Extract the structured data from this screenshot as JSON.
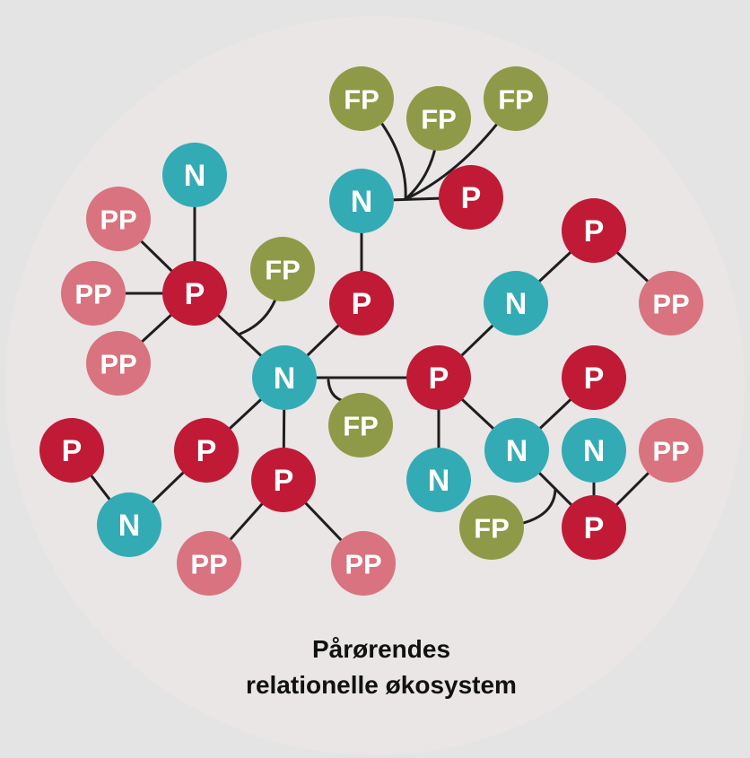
{
  "title_lines": [
    "Pårørendes",
    "relationelle økosystem"
  ],
  "colors": {
    "page_background": "#e4e4e4",
    "disc": "#e9e6e5",
    "P": "#c01a36",
    "PP": "#d9737f",
    "N": "#33abb4",
    "FP": "#8e9a47",
    "edge": "#1e1e1e",
    "node_text": "#ffffff"
  },
  "nodes": [
    {
      "id": "n_top_left",
      "type": "N",
      "label": "N"
    },
    {
      "id": "pp_left_1",
      "type": "PP",
      "label": "PP"
    },
    {
      "id": "pp_left_2",
      "type": "PP",
      "label": "PP"
    },
    {
      "id": "pp_left_3",
      "type": "PP",
      "label": "PP"
    },
    {
      "id": "p_left",
      "type": "P",
      "label": "P"
    },
    {
      "id": "fp_left",
      "type": "FP",
      "label": "FP"
    },
    {
      "id": "n_center",
      "type": "N",
      "label": "N"
    },
    {
      "id": "fp_center",
      "type": "FP",
      "label": "FP"
    },
    {
      "id": "p_upper_mid",
      "type": "P",
      "label": "P"
    },
    {
      "id": "n_upper_mid",
      "type": "N",
      "label": "N"
    },
    {
      "id": "fp_top_1",
      "type": "FP",
      "label": "FP"
    },
    {
      "id": "fp_top_2",
      "type": "FP",
      "label": "FP"
    },
    {
      "id": "fp_top_3",
      "type": "FP",
      "label": "FP"
    },
    {
      "id": "p_top",
      "type": "P",
      "label": "P"
    },
    {
      "id": "p_far_left",
      "type": "P",
      "label": "P"
    },
    {
      "id": "n_bottom_left",
      "type": "N",
      "label": "N"
    },
    {
      "id": "p_lower_left",
      "type": "P",
      "label": "P"
    },
    {
      "id": "p_lower_mid",
      "type": "P",
      "label": "P"
    },
    {
      "id": "pp_bottom_1",
      "type": "PP",
      "label": "PP"
    },
    {
      "id": "pp_bottom_2",
      "type": "PP",
      "label": "PP"
    },
    {
      "id": "p_right_hub",
      "type": "P",
      "label": "P"
    },
    {
      "id": "n_right_upper",
      "type": "N",
      "label": "N"
    },
    {
      "id": "p_right_top",
      "type": "P",
      "label": "P"
    },
    {
      "id": "pp_right_top",
      "type": "PP",
      "label": "PP"
    },
    {
      "id": "n_right_low",
      "type": "N",
      "label": "N"
    },
    {
      "id": "n_right_mid",
      "type": "N",
      "label": "N"
    },
    {
      "id": "p_right_mid",
      "type": "P",
      "label": "P"
    },
    {
      "id": "n_right_2",
      "type": "N",
      "label": "N"
    },
    {
      "id": "pp_right_2",
      "type": "PP",
      "label": "PP"
    },
    {
      "id": "fp_right",
      "type": "FP",
      "label": "FP"
    },
    {
      "id": "p_right_bottom",
      "type": "P",
      "label": "P"
    }
  ],
  "edges": [
    [
      "n_top_left",
      "p_left"
    ],
    [
      "pp_left_1",
      "p_left"
    ],
    [
      "pp_left_2",
      "p_left"
    ],
    [
      "pp_left_3",
      "p_left"
    ],
    [
      "p_left",
      "n_center"
    ],
    [
      "fp_left",
      "n_center"
    ],
    [
      "n_center",
      "fp_center"
    ],
    [
      "n_center",
      "p_upper_mid"
    ],
    [
      "p_upper_mid",
      "n_upper_mid"
    ],
    [
      "n_upper_mid",
      "fp_top_1"
    ],
    [
      "n_upper_mid",
      "fp_top_2"
    ],
    [
      "n_upper_mid",
      "fp_top_3"
    ],
    [
      "n_upper_mid",
      "p_top"
    ],
    [
      "p_far_left",
      "n_bottom_left"
    ],
    [
      "n_bottom_left",
      "p_lower_left"
    ],
    [
      "p_lower_left",
      "n_center"
    ],
    [
      "n_center",
      "p_lower_mid"
    ],
    [
      "p_lower_mid",
      "pp_bottom_1"
    ],
    [
      "p_lower_mid",
      "pp_bottom_2"
    ],
    [
      "n_center",
      "p_right_hub"
    ],
    [
      "p_right_hub",
      "n_right_upper"
    ],
    [
      "n_right_upper",
      "p_right_top"
    ],
    [
      "p_right_top",
      "pp_right_top"
    ],
    [
      "p_right_hub",
      "n_right_low"
    ],
    [
      "p_right_hub",
      "n_right_mid"
    ],
    [
      "n_right_mid",
      "p_right_mid"
    ],
    [
      "n_right_mid",
      "p_right_bottom"
    ],
    [
      "n_right_mid",
      "fp_right"
    ],
    [
      "n_right_2",
      "p_right_bottom"
    ],
    [
      "p_right_bottom",
      "pp_right_2"
    ]
  ]
}
